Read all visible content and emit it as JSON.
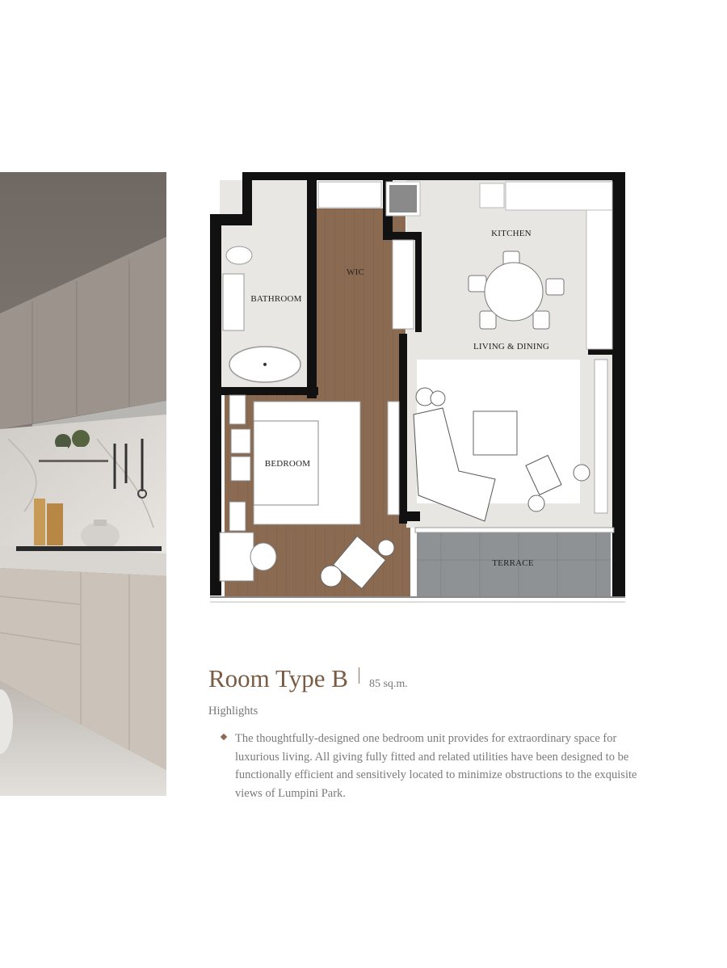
{
  "plan": {
    "rooms": {
      "kitchen": "KITCHEN",
      "wic": "WIC",
      "bathroom": "BATHROOM",
      "living_dining": "LIVING & DINING",
      "bedroom": "BEDROOM",
      "terrace": "TERRACE"
    }
  },
  "info": {
    "title": "Room Type B",
    "area": "85 sq.m.",
    "highlights_heading": "Highlights",
    "bullets": [
      "The thoughtfully-designed one bedroom unit provides for extraordinary space for luxurious living. All giving fully fitted and related utilities have been designed to be functionally efficient and sensitively located to minimize obstructions to the exquisite views of Lumpini Park."
    ]
  },
  "colors": {
    "title": "#7a5c45",
    "wall": "#111111",
    "wood_floor": "#8a6a50",
    "marble_floor": "#e8e6e3",
    "terrace_floor": "#8f9294"
  }
}
